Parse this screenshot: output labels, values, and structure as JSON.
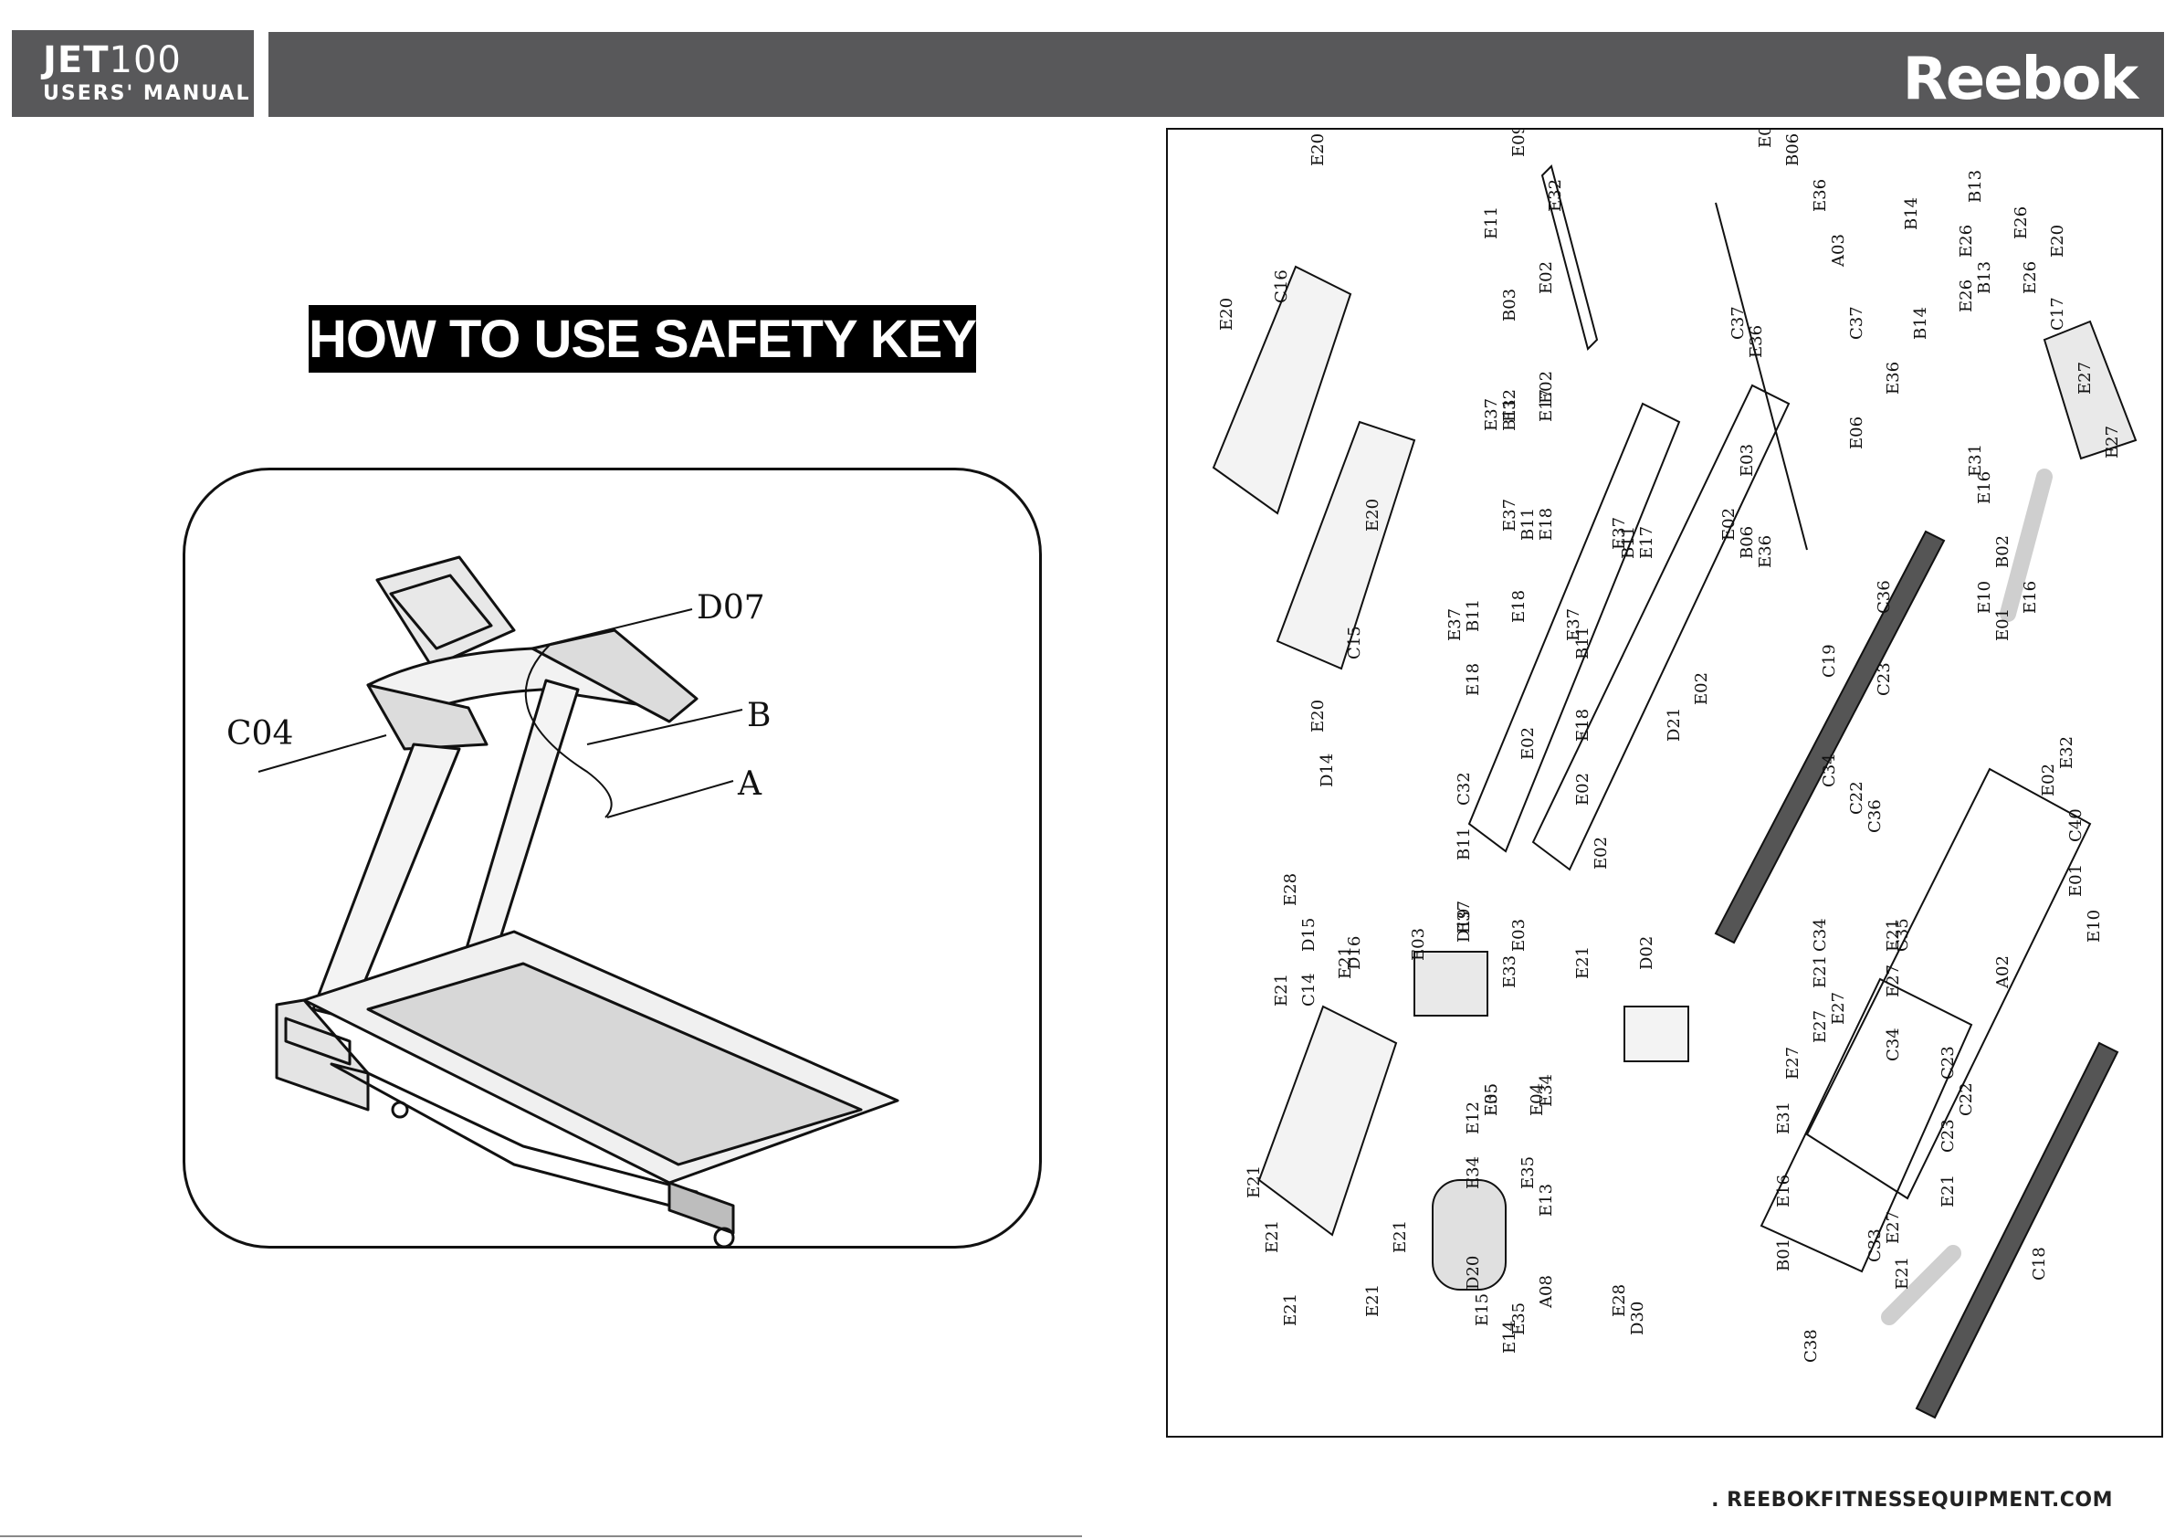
{
  "header": {
    "model": "JET",
    "model_number": "100",
    "manual_label": "USERS' MANUAL",
    "brand": "Reebok"
  },
  "section": {
    "title": "HOW TO USE SAFETY KEY"
  },
  "safety_key_figure": {
    "callouts": [
      "D07",
      "C04",
      "B",
      "A"
    ]
  },
  "exploded_view": {
    "part_labels": [
      "E20",
      "C16",
      "E20",
      "E09",
      "E11",
      "E32",
      "B03",
      "E02",
      "E32",
      "E02",
      "E06",
      "B06",
      "E36",
      "C37",
      "A03",
      "E36",
      "C37",
      "E36",
      "E03",
      "E06",
      "B06",
      "E36",
      "B14",
      "E26",
      "B13",
      "E26",
      "B14",
      "E26",
      "B13",
      "E26",
      "E20",
      "C17",
      "E27",
      "E27",
      "E31",
      "E16",
      "B02",
      "E16",
      "E10",
      "E01",
      "C15",
      "E20",
      "E20",
      "E37",
      "B11",
      "E17",
      "E37",
      "B11",
      "E18",
      "E18",
      "E37",
      "B11",
      "E17",
      "E02",
      "E02",
      "E37",
      "B11",
      "E18",
      "E37",
      "B11",
      "E18",
      "E02",
      "E02",
      "C32",
      "D21",
      "E37",
      "B11",
      "E02",
      "C19",
      "C36",
      "C23",
      "C34",
      "C22",
      "C36",
      "E02",
      "E32",
      "C40",
      "E01",
      "E10",
      "A02",
      "D14",
      "E28",
      "D15",
      "D16",
      "C14",
      "E21",
      "E21",
      "E21",
      "E21",
      "E21",
      "E21",
      "E21",
      "D19",
      "E03",
      "E33",
      "E03",
      "E05",
      "E04",
      "E21",
      "D02",
      "C34",
      "E21",
      "E27",
      "E21",
      "C35",
      "E27",
      "C34",
      "C23",
      "C22",
      "C23",
      "E27",
      "E27",
      "E31",
      "E16",
      "B01",
      "C38",
      "E12",
      "E35",
      "E34",
      "E34",
      "E35",
      "E13",
      "D20",
      "E15",
      "E14",
      "E35",
      "A08",
      "E28",
      "D30",
      "C33",
      "E21",
      "E27",
      "E21",
      "C18"
    ]
  },
  "footer": {
    "website": ". REEBOKFITNESSEQUIPMENT.COM"
  }
}
